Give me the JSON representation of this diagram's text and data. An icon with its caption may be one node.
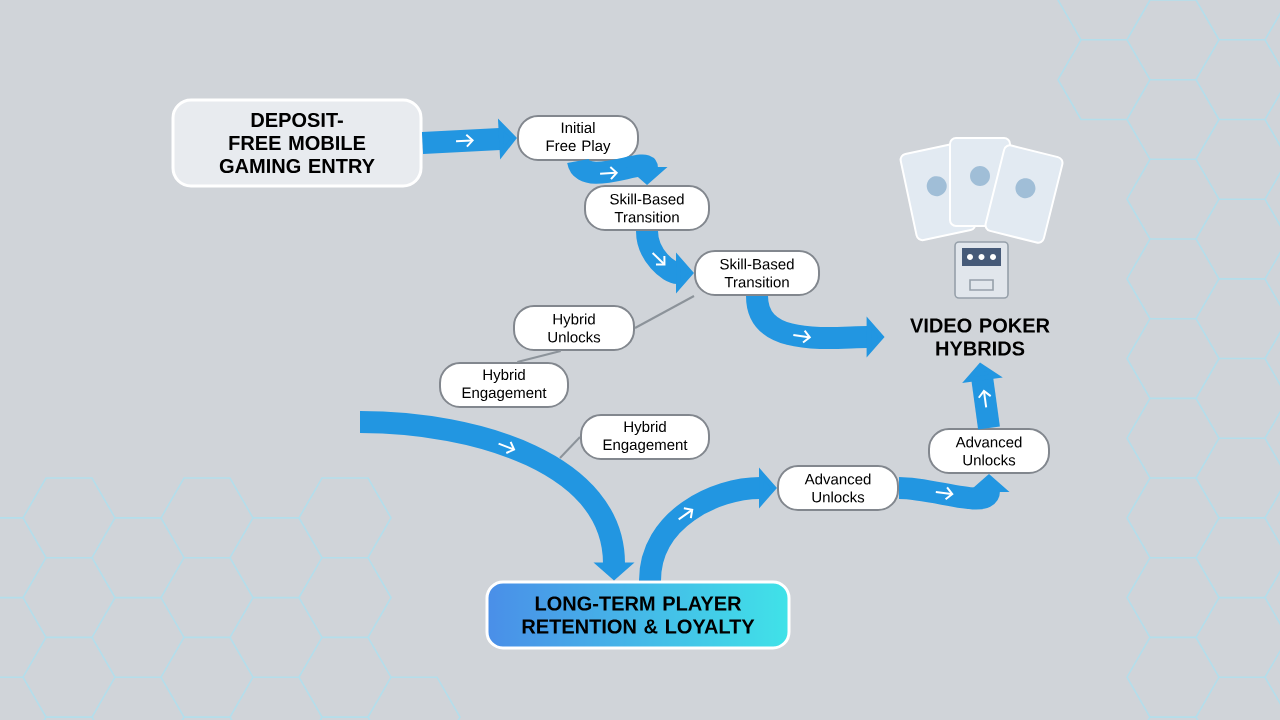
{
  "diagram": {
    "nodes": [
      {
        "text": [
          "DEPOSIT-FREE MOBILE GAMING ENTRY"
        ]
      },
      {
        "text": [
          "Initial Free Play"
        ]
      },
      {
        "text": [
          "Skill-Based Transition"
        ]
      },
      {
        "text": [
          "Skill-Based Transition"
        ]
      },
      {
        "text": [
          "VIDEO POKER HYBRIDS"
        ]
      },
      {
        "text": [
          "Hybrid Unlocks"
        ]
      },
      {
        "text": [
          "Hybrid Engagement"
        ]
      },
      {
        "text": [
          "Hybrid Engagement"
        ]
      },
      {
        "text": [
          "LONG-TERM PLAYER RETENTION & LOYALTY"
        ]
      },
      {
        "text": [
          "Advanced Unlocks"
        ]
      },
      {
        "text": [
          "Advanced Unlocks"
        ]
      }
    ],
    "edges": [
      {
        "from": 0,
        "to": 1,
        "arrow": "to"
      },
      {
        "from": 1,
        "to": 2,
        "arrow": "to"
      },
      {
        "from": 2,
        "to": 3,
        "arrow": "to"
      },
      {
        "from": 3,
        "to": 4,
        "arrow": "to"
      },
      {
        "from": 5,
        "to": 3,
        "arrow": "none",
        "color": "#8c939a"
      },
      {
        "from": 6,
        "to": 5,
        "arrow": "none",
        "color": "#8c939a"
      },
      {
        "from": 7,
        "to": null,
        "arrow": "none",
        "color": "#8c939a"
      },
      {
        "from": null,
        "to": 8,
        "arrow": "to"
      },
      {
        "from": 8,
        "to": 9,
        "arrow": "to"
      },
      {
        "from": 9,
        "to": 10,
        "arrow": "to"
      },
      {
        "from": 10,
        "to": 4,
        "arrow": "to"
      }
    ]
  }
}
